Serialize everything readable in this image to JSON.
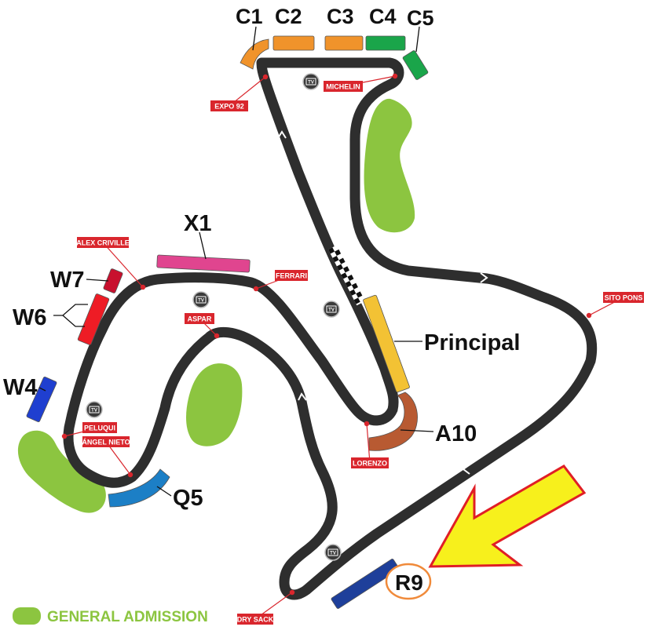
{
  "colors": {
    "track": "#2e2e2e",
    "general_admission": "#8cc540",
    "corner_tag": "#d9262d",
    "arrow_fill": "#f7f01c",
    "arrow_stroke": "#e01e26",
    "highlight_ring": "#f08a3a"
  },
  "stands": {
    "c1": {
      "label": "C1",
      "color": "#f0932b"
    },
    "c2": {
      "label": "C2",
      "color": "#f0932b"
    },
    "c3": {
      "label": "C3",
      "color": "#f0932b"
    },
    "c4": {
      "label": "C4",
      "color": "#1aa54a"
    },
    "c5": {
      "label": "C5",
      "color": "#1aa54a"
    },
    "x1": {
      "label": "X1",
      "color": "#e0458f"
    },
    "w7": {
      "label": "W7",
      "color": "#c8102e"
    },
    "w6": {
      "label": "W6",
      "color": "#ee1c25"
    },
    "w4": {
      "label": "W4",
      "color": "#1f3fd0"
    },
    "principal": {
      "label": "Principal",
      "color": "#f3c234"
    },
    "a10": {
      "label": "A10",
      "color": "#b85a32"
    },
    "q5": {
      "label": "Q5",
      "color": "#1c7fc6"
    },
    "r9": {
      "label": "R9",
      "color": "#1e3f9a"
    }
  },
  "corners": {
    "expo92": "EXPO 92",
    "michelin": "MICHELIN",
    "alex_criville": "ALEX CRIVILLE",
    "ferrari": "FERRARI",
    "aspar": "ASPAR",
    "sito_pons": "SITO PONS",
    "peluqui": "PELUQUI",
    "angel_nieto": "ÁNGEL NIETO",
    "lorenzo": "LORENZO",
    "dry_sack": "DRY SACK"
  },
  "tv_icon_text": "TV",
  "legend": {
    "general_admission": "GENERAL ADMISSION"
  }
}
